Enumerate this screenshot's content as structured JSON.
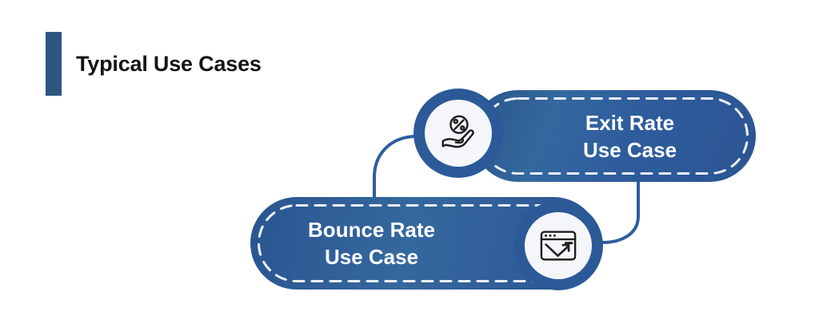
{
  "header": {
    "title": "Typical Use Cases"
  },
  "diagram": {
    "nodes": [
      {
        "id": "exit-rate",
        "label_line1": "Exit Rate",
        "label_line2": "Use Case",
        "icon": "percent-hand-icon",
        "icon_side": "left"
      },
      {
        "id": "bounce-rate",
        "label_line1": "Bounce Rate",
        "label_line2": "Use Case",
        "icon": "browser-bounce-arrow-icon",
        "icon_side": "right"
      }
    ],
    "colors": {
      "accent_bar": "#2d5580",
      "pill_dark": "#2c5492",
      "pill_light": "#35689f",
      "icon_ring": "#2c5a98",
      "icon_circle_bg": "#f4f6fa",
      "dashed_border": "#edf1f6",
      "connector": "#2e5da0",
      "pill_text": "#fdfdfe",
      "title_text": "#141414",
      "icon_stroke": "#1f1f1f",
      "background": "#ffffff"
    }
  }
}
